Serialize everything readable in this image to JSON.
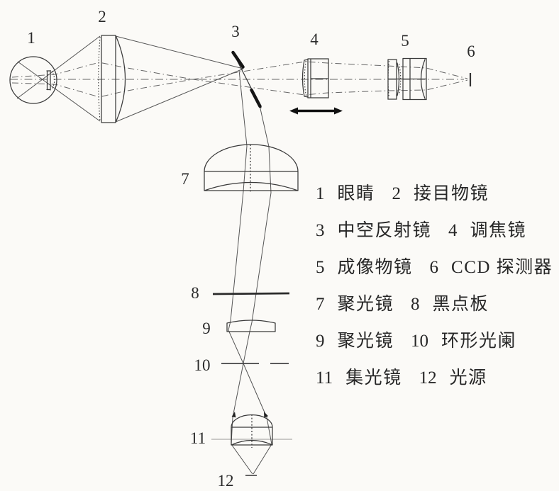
{
  "colors": {
    "background": "#fbfaf7",
    "line": "#3a3a3a",
    "ray": "#555555",
    "axis": "#666666",
    "ink": "#151515",
    "text": "#262626"
  },
  "markers": [
    {
      "label": "1"
    },
    {
      "label": "2"
    },
    {
      "label": "3"
    },
    {
      "label": "4"
    },
    {
      "label": "5"
    },
    {
      "label": "6"
    },
    {
      "label": "7"
    },
    {
      "label": "8"
    },
    {
      "label": "9"
    },
    {
      "label": "10"
    },
    {
      "label": "11"
    },
    {
      "label": "12"
    }
  ],
  "legend": {
    "rows": [
      {
        "e1": {
          "num": "1",
          "name": "眼睛"
        },
        "e2": {
          "num": "2",
          "name": "接目物镜"
        }
      },
      {
        "e1": {
          "num": "3",
          "name": "中空反射镜"
        },
        "e2": {
          "num": "4",
          "name": "调焦镜"
        }
      },
      {
        "e1": {
          "num": "5",
          "name": "成像物镜"
        },
        "e2": {
          "num": "6",
          "name": "CCD 探测器"
        }
      },
      {
        "e1": {
          "num": "7",
          "name": "聚光镜"
        },
        "e2": {
          "num": "8",
          "name": "黑点板"
        }
      },
      {
        "e1": {
          "num": "9",
          "name": "聚光镜"
        },
        "e2": {
          "num": "10",
          "name": "环形光阑"
        }
      },
      {
        "e1": {
          "num": "11",
          "name": "集光镜"
        },
        "e2": {
          "num": "12",
          "name": "光源"
        }
      }
    ]
  }
}
